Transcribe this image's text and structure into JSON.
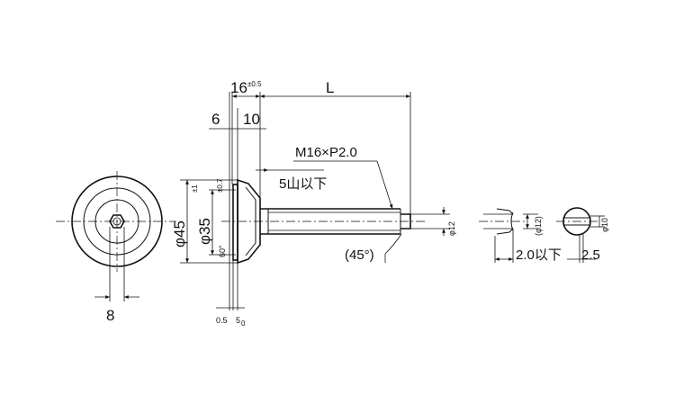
{
  "dimensions": {
    "overall_16": "16",
    "overall_16_tol": "±0.5",
    "length_L": "L",
    "flange_6": "6",
    "flange_10": "10",
    "thread": "M16×P2.0",
    "incomplete_thread": "5山以下",
    "dia_45_prefix": "φ",
    "dia_45": "45",
    "dia_45_tol": "±1",
    "dia_35_prefix": "φ",
    "dia_35": "35",
    "dia_35_tol": "±0.7",
    "angle_60": "60°",
    "chamfer_angle": "(45°)",
    "hex_8": "8",
    "gap_05": "0.5",
    "gap_5": "5",
    "gap_5_sup": "0",
    "dia_12": "φ12",
    "dia_12_paren": "(φ12)",
    "dia_10": "φ10",
    "len_20": "2.0以下",
    "len_25": "2.5"
  }
}
